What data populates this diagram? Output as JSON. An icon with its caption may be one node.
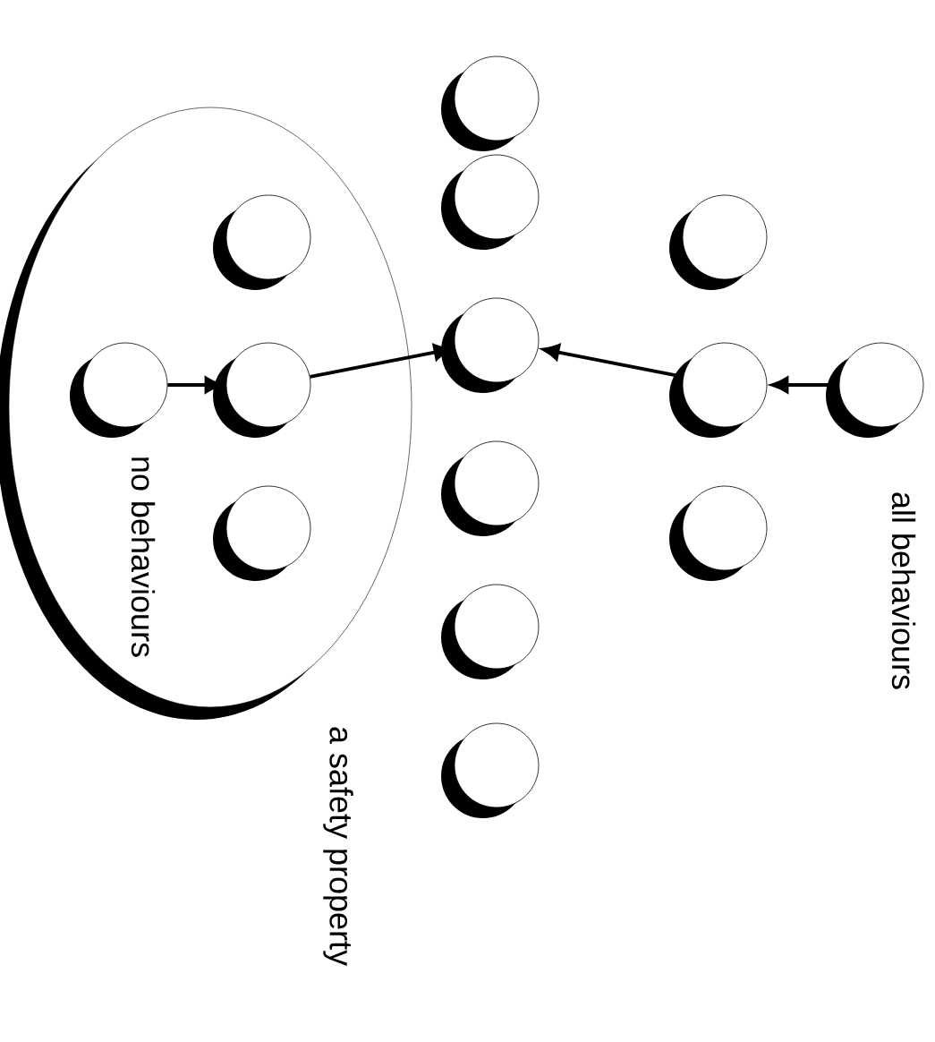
{
  "diagram": {
    "nodes": [
      {
        "text": [
          "a safety property"
        ]
      },
      {
        "text": [],
        "shape": "circle",
        "beside": [
          "all behaviours"
        ]
      },
      {
        "text": [],
        "shape": "circle"
      },
      {
        "text": [],
        "shape": "circle"
      },
      {
        "text": [],
        "shape": "circle"
      },
      {
        "text": [],
        "shape": "circle"
      },
      {
        "text": [],
        "shape": "circle"
      },
      {
        "text": [],
        "shape": "circle"
      },
      {
        "text": [],
        "shape": "circle"
      },
      {
        "text": [],
        "shape": "circle"
      },
      {
        "text": [],
        "shape": "circle"
      },
      {
        "text": [],
        "shape": "circle",
        "in": 0
      },
      {
        "text": [],
        "shape": "circle",
        "in": 0
      },
      {
        "text": [],
        "shape": "circle",
        "in": 0
      },
      {
        "text": [],
        "shape": "circle",
        "in": 0,
        "beside": [
          "no behaviours"
        ]
      }
    ],
    "edges": [
      {
        "from": 1,
        "to": 3,
        "arrow": "to"
      },
      {
        "from": 3,
        "to": 7,
        "arrow": "to"
      },
      {
        "from": 12,
        "to": 7,
        "arrow": "to"
      },
      {
        "from": 14,
        "to": 12,
        "arrow": "to"
      }
    ]
  }
}
